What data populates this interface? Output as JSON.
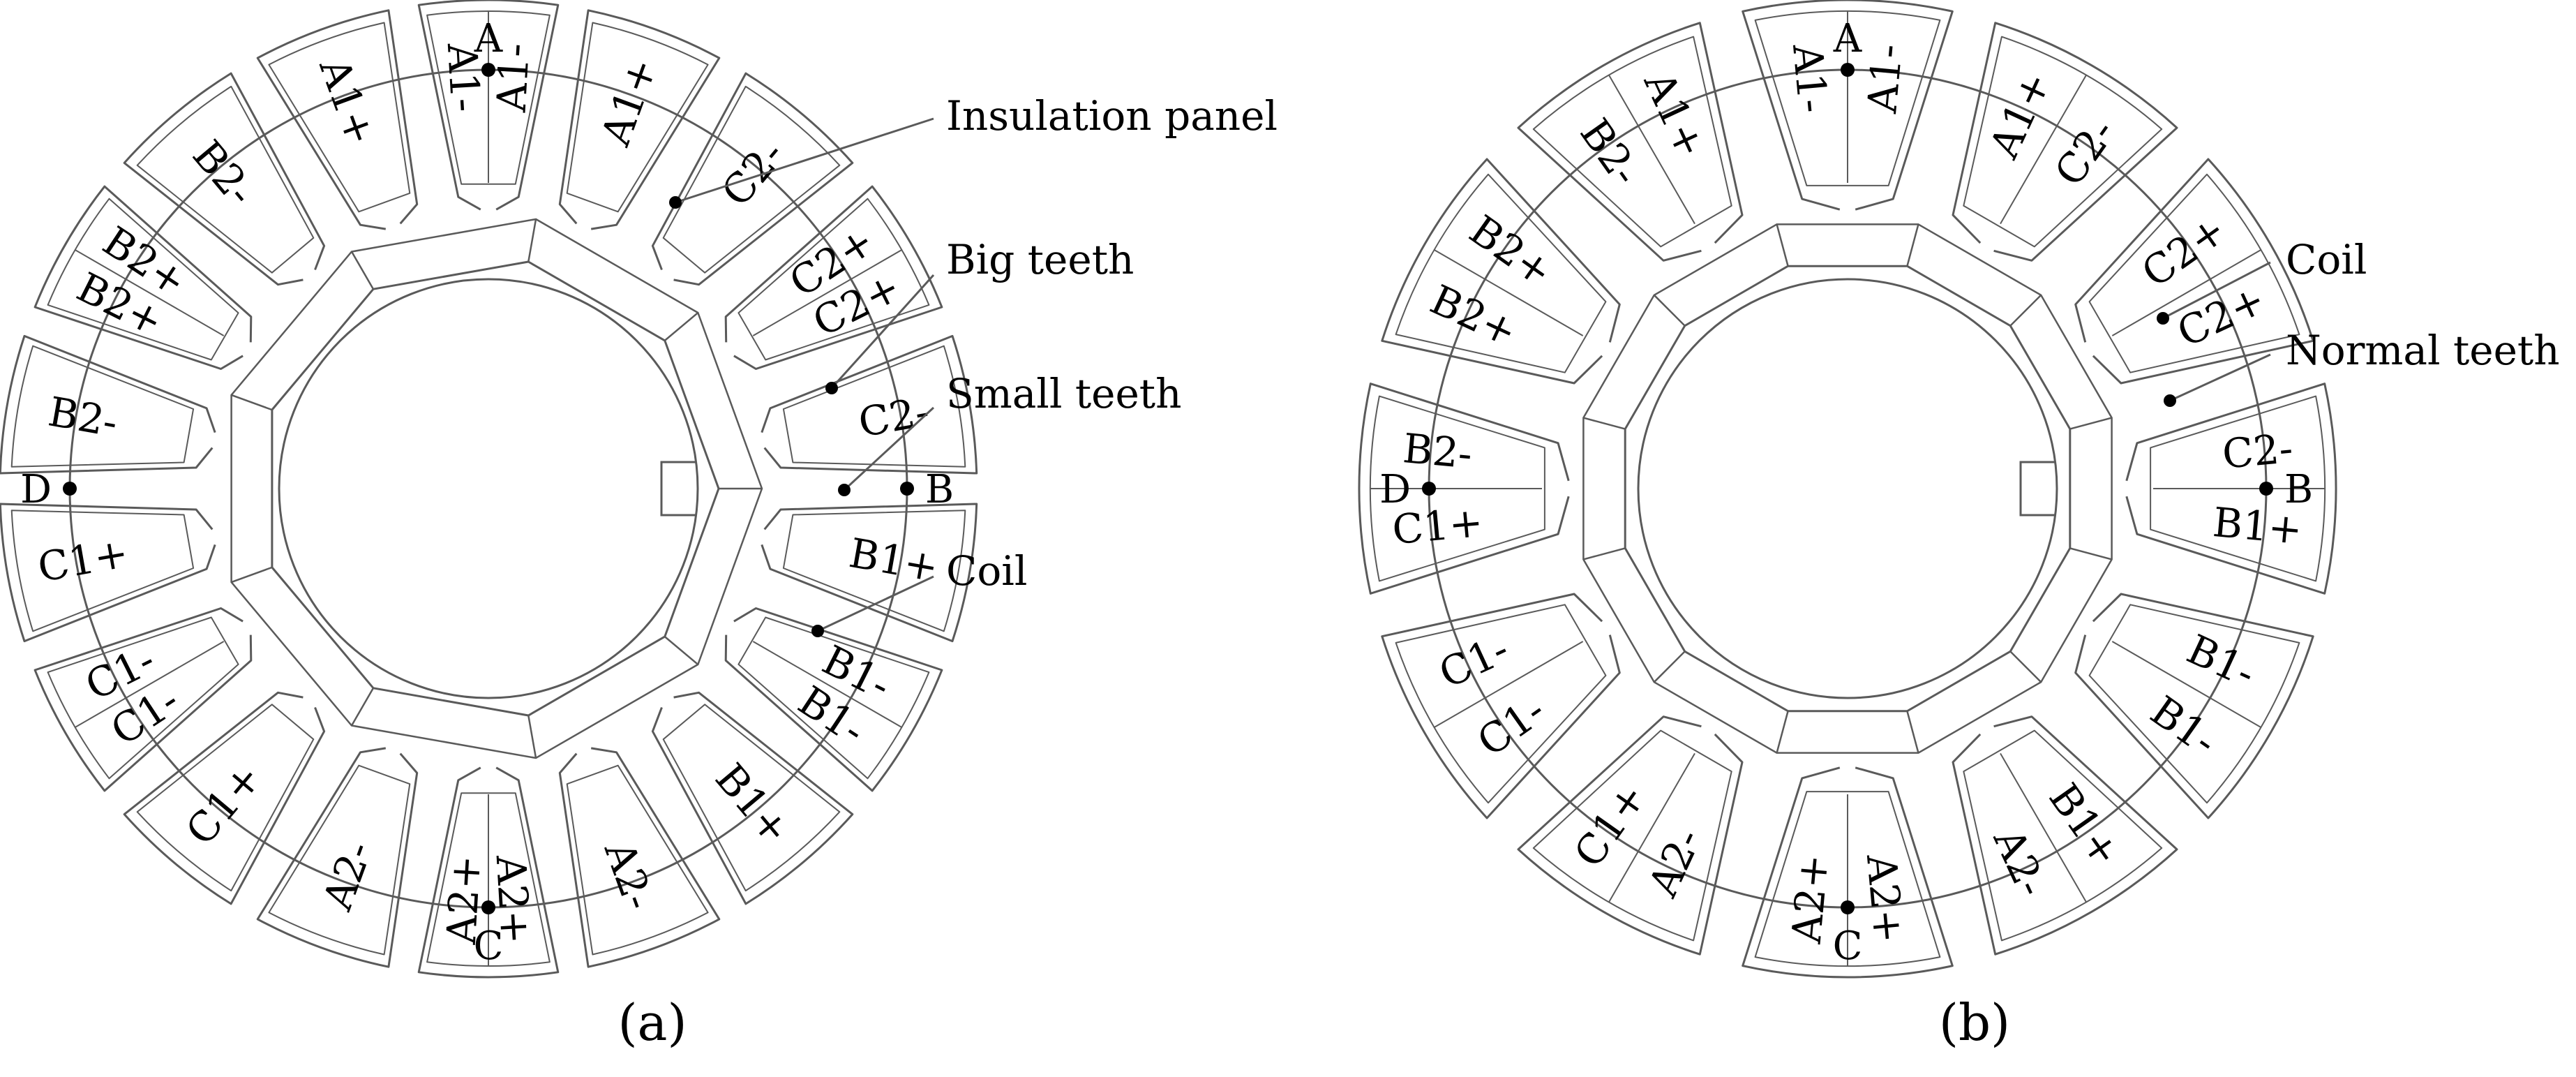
{
  "colors": {
    "stroke": "#5a5a5a",
    "ink": "#000000",
    "background": "#ffffff"
  },
  "figures": [
    {
      "caption": "(a)",
      "positions": {
        "top": "A",
        "right": "B",
        "bottom": "C",
        "left": "D"
      },
      "slots": [
        [
          "A1-",
          "A1-"
        ],
        [
          "A1+"
        ],
        [
          "C2-"
        ],
        [
          "C2+",
          "C2+"
        ],
        [
          "C2-"
        ],
        [
          "B1+"
        ],
        [
          "B1-",
          "B1-"
        ],
        [
          "B1+"
        ],
        [
          "A2-"
        ],
        [
          "A2+",
          "A2+"
        ],
        [
          "A2-"
        ],
        [
          "C1+"
        ],
        [
          "C1-",
          "C1-"
        ],
        [
          "C1+"
        ],
        [
          "B2-"
        ],
        [
          "B2+",
          "B2+"
        ],
        [
          "B2-"
        ],
        [
          "A1+"
        ]
      ],
      "annotations": [
        "Insulation panel",
        "Big teeth",
        "Small teeth",
        "Coil"
      ]
    },
    {
      "caption": "(b)",
      "positions": {
        "top": "A",
        "right": "B",
        "bottom": "C",
        "left": "D"
      },
      "slots": [
        [
          "A1-",
          "A1-"
        ],
        [
          "A1+",
          "C2-"
        ],
        [
          "C2+",
          "C2+"
        ],
        [
          "C2-",
          "B1+"
        ],
        [
          "B1-",
          "B1-"
        ],
        [
          "B1+",
          "A2-"
        ],
        [
          "A2+",
          "A2+"
        ],
        [
          "A2-",
          "C1+"
        ],
        [
          "C1-",
          "C1-"
        ],
        [
          "C1+",
          "B2-"
        ],
        [
          "B2+",
          "B2+"
        ],
        [
          "B2-",
          "A1+"
        ]
      ],
      "annotations": [
        "Coil",
        "Normal teeth"
      ]
    }
  ]
}
